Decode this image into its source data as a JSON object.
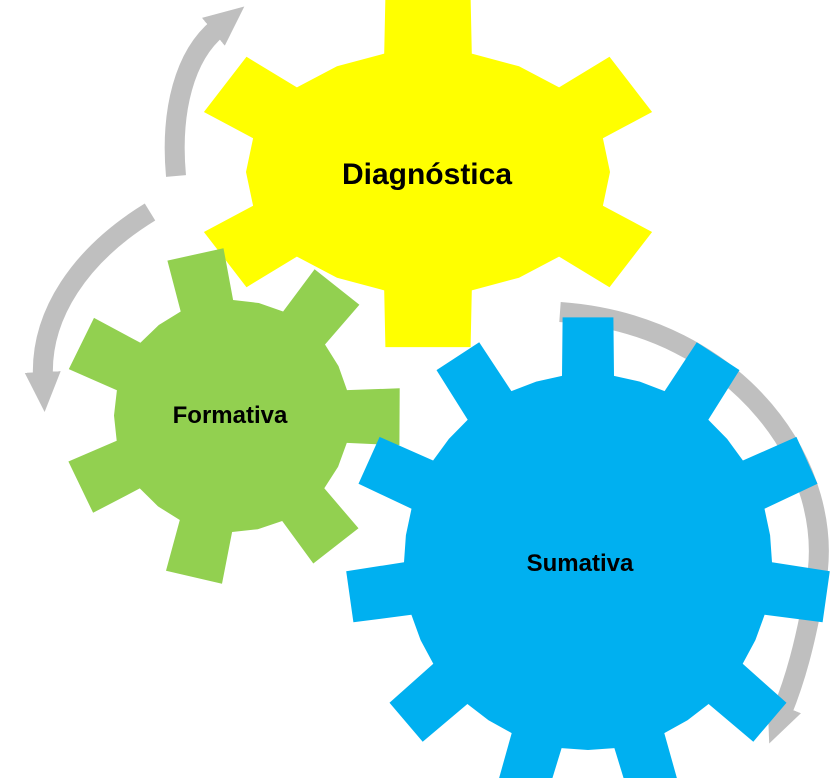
{
  "gears": [
    {
      "id": "diagnostica",
      "label": "Diagnóstica",
      "color": "#FFFF00"
    },
    {
      "id": "formativa",
      "label": "Formativa",
      "color": "#92D050"
    },
    {
      "id": "sumativa",
      "label": "Sumativa",
      "color": "#00B0F0"
    }
  ],
  "arrow_color": "#BFBFBF",
  "label_color": "#000000"
}
